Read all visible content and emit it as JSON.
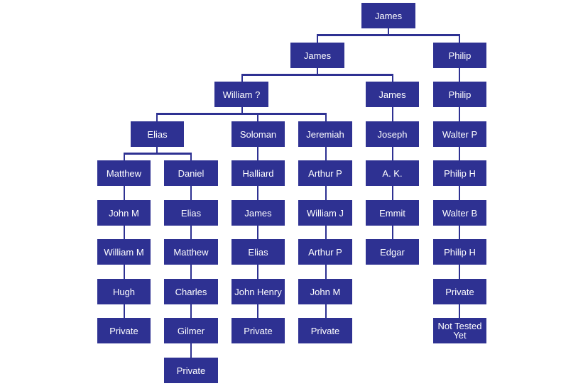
{
  "colors": {
    "node_fill": "#2e3192",
    "node_text": "#ffffff",
    "connector": "#2e3192",
    "background": "#ffffff"
  },
  "tree": {
    "label": "James",
    "children": [
      {
        "label": "James",
        "children": [
          {
            "label": "William ?",
            "children": [
              {
                "label": "Elias",
                "children": [
                  {
                    "label": "Matthew",
                    "descendants": [
                      "John M",
                      "William M",
                      "Hugh",
                      "Private"
                    ]
                  },
                  {
                    "label": "Daniel",
                    "descendants": [
                      "Elias",
                      "Matthew",
                      "Charles",
                      "Gilmer",
                      "Private"
                    ]
                  }
                ]
              },
              {
                "label": "Soloman",
                "descendants": [
                  "Halliard",
                  "James",
                  "Elias",
                  "John Henry",
                  "Private"
                ]
              },
              {
                "label": "Jeremiah",
                "descendants": [
                  "Arthur P",
                  "William J",
                  "Arthur P",
                  "John M",
                  "Private"
                ]
              }
            ]
          },
          {
            "label": "James",
            "descendants": [
              "Joseph",
              "A. K.",
              "Emmit",
              "Edgar"
            ]
          }
        ]
      },
      {
        "label": "Philip",
        "descendants": [
          "Philip",
          "Walter P",
          "Philip H",
          "Walter B",
          "Philip H",
          "Private",
          "Not Tested Yet"
        ]
      }
    ]
  }
}
